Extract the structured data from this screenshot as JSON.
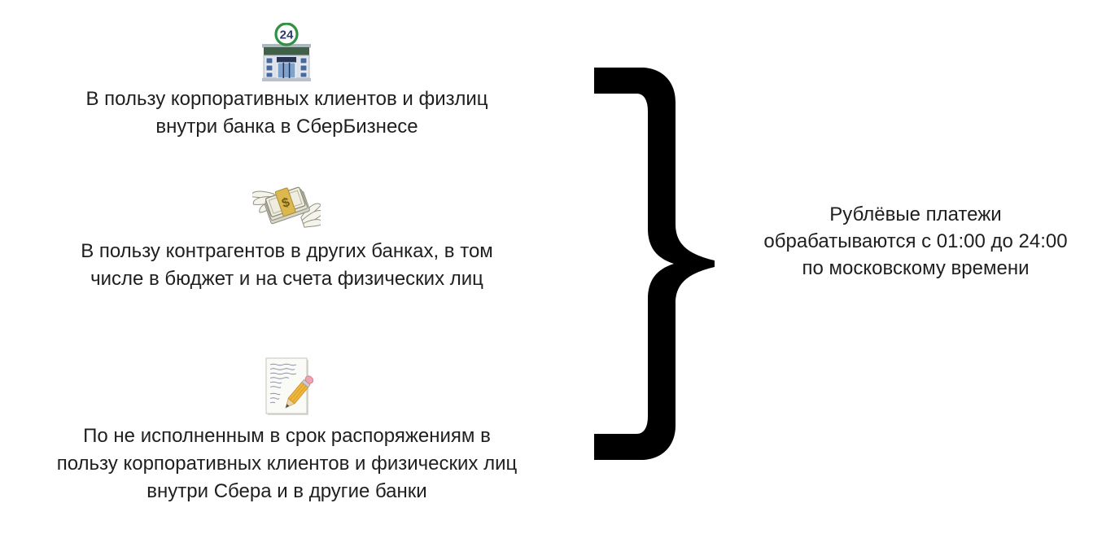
{
  "colors": {
    "background": "#ffffff",
    "text": "#1f1f1f",
    "brace": "#000000",
    "sign_green": "#2f9141",
    "roof_green": "#40604a",
    "window_blue": "#46699f",
    "band_gold": "#ddb84e",
    "pencil_yellow": "#f0b73d",
    "eraser_pink": "#f0a2ad"
  },
  "items": [
    {
      "icon": "bank-24-icon",
      "icon_label": "24",
      "lines": [
        "В пользу корпоративных клиентов и физлиц",
        "внутри банка в СберБизнесе"
      ]
    },
    {
      "icon": "money-with-wings-icon",
      "icon_label": "$",
      "lines": [
        "В пользу контрагентов в других банках, в том",
        "числе в бюджет и на счета физических лиц"
      ]
    },
    {
      "icon": "memo-icon",
      "lines": [
        "По не исполненным в срок распоряжениям в",
        "пользу корпоративных клиентов и физических лиц",
        "внутри Сбера и в другие банки"
      ]
    }
  ],
  "result": {
    "lines": [
      "Рублёвые платежи",
      "обрабатываются с 01:00 до 24:00",
      "по московскому времени"
    ]
  }
}
